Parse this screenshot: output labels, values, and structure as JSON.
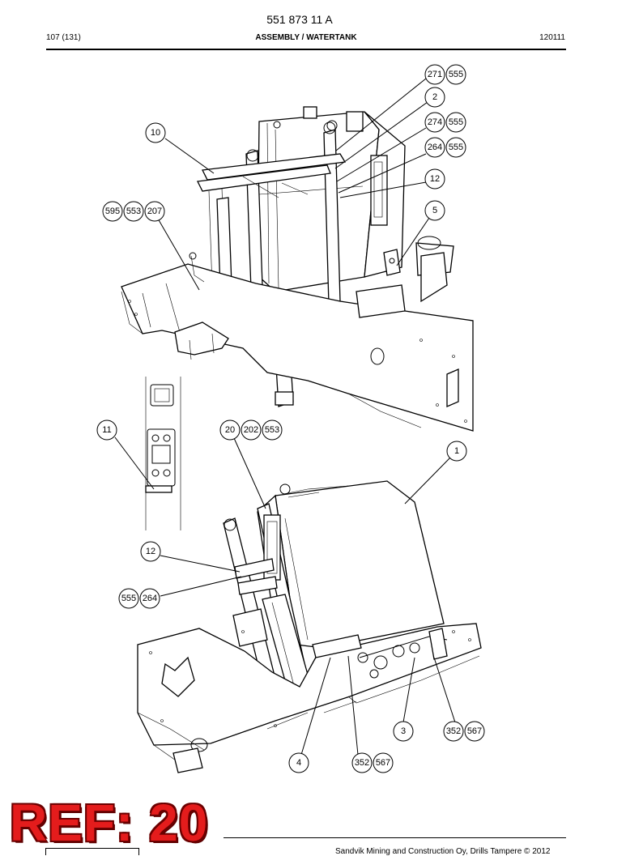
{
  "header": {
    "doc_number": "551 873 11 A",
    "page": "107 (131)",
    "title": "ASSEMBLY / WATERTANK",
    "date_code": "120111"
  },
  "callouts": {
    "c271": "271",
    "c555a": "555",
    "c2": "2",
    "c274": "274",
    "c555b": "555",
    "c264": "264",
    "c555c": "555",
    "c12a": "12",
    "c10": "10",
    "c595": "595",
    "c553a": "553",
    "c207": "207",
    "c5": "5",
    "c11": "11",
    "c20": "20",
    "c202": "202",
    "c553b": "553",
    "c1": "1",
    "c12b": "12",
    "c555d": "555",
    "c264b": "264",
    "c3": "3",
    "c352a": "352",
    "c567a": "567",
    "c4": "4",
    "c352b": "352",
    "c567b": "567"
  },
  "stamp": {
    "text": "REF: 20"
  },
  "footer": {
    "text": "Sandvik Mining and Construction Oy, Drills Tampere © 2012"
  }
}
